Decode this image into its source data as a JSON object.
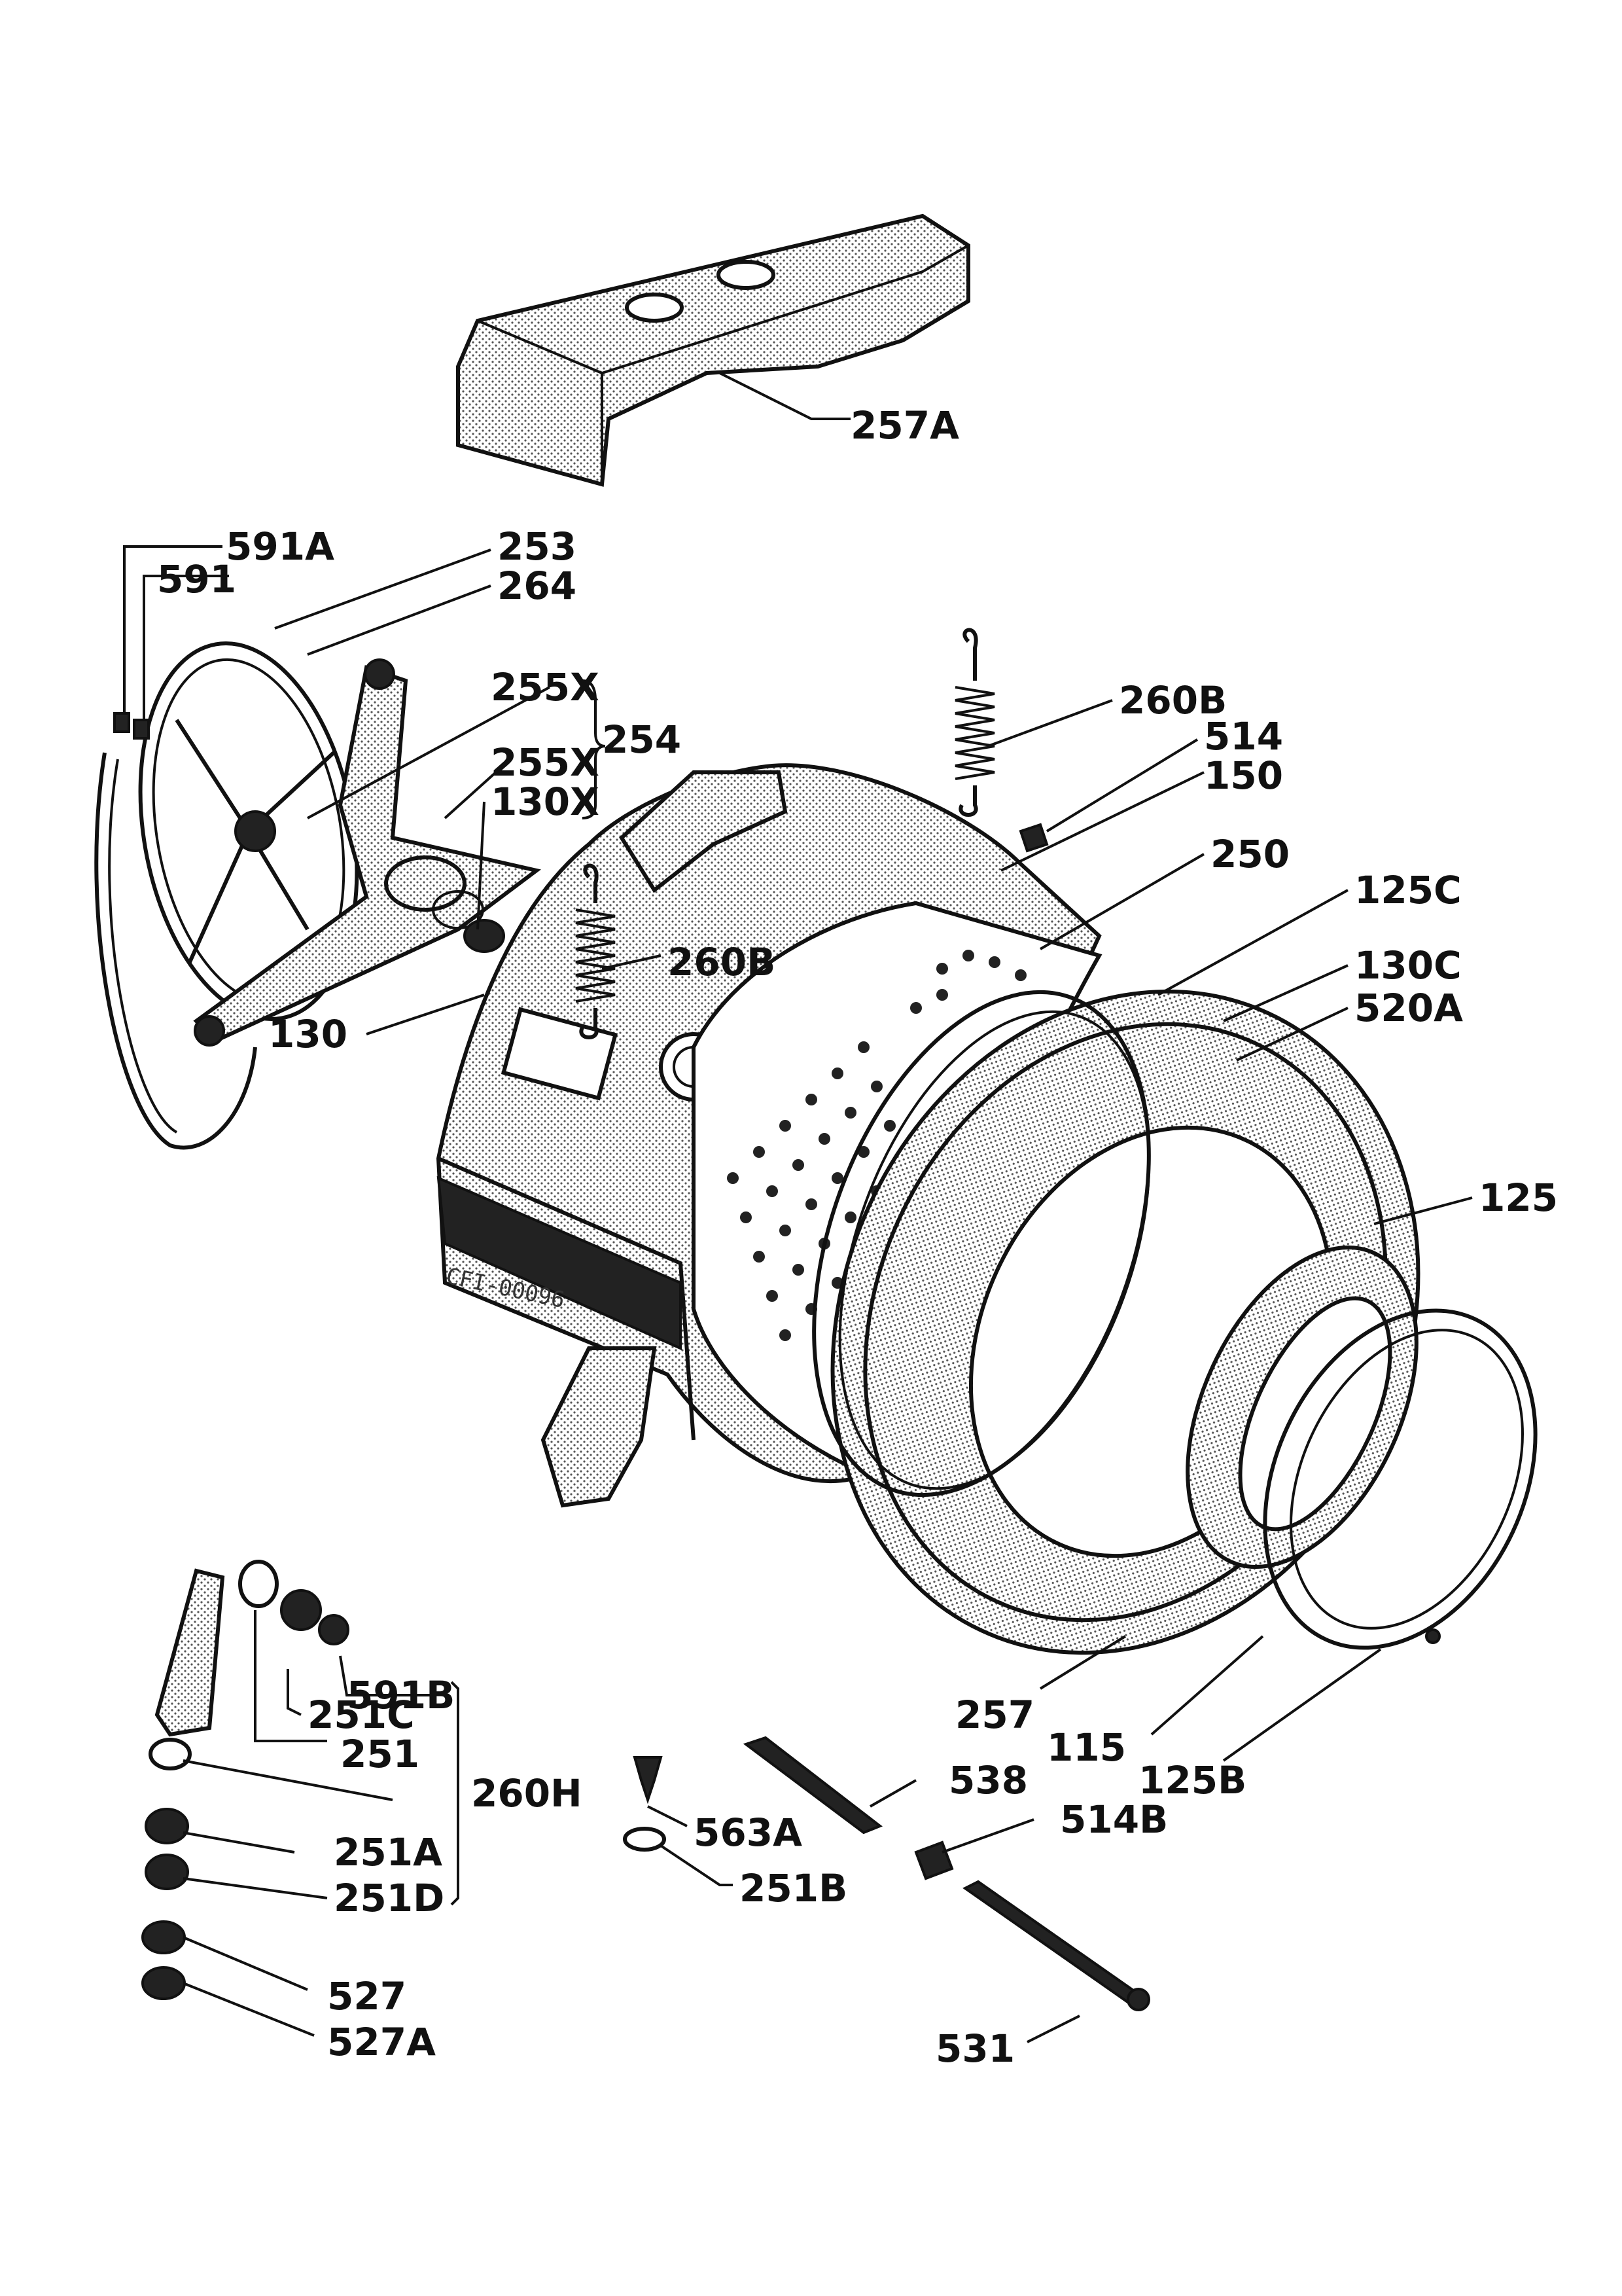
{
  "labels": {
    "l257A": "257A",
    "l591A": "591A",
    "l253": "253",
    "l591": "591",
    "l264": "264",
    "l255X_1": "255X",
    "l255X_2": "255X",
    "l254": "254",
    "l130X": "130X",
    "l130": "130",
    "l260B_top": "260B",
    "l514": "514",
    "l150": "150",
    "l250": "250",
    "l260B_mid": "260B",
    "l125C": "125C",
    "l130C": "130C",
    "l520A": "520A",
    "l125": "125",
    "l257": "257",
    "l115": "115",
    "l125B": "125B",
    "l591B": "591B",
    "l251C": "251C",
    "l251": "251",
    "l260H": "260H",
    "l251A": "251A",
    "l251D": "251D",
    "l527": "527",
    "l527A": "527A",
    "l538": "538",
    "l563A": "563A",
    "l514B": "514B",
    "l251B": "251B",
    "l531": "531"
  },
  "stamp": "CFI-00096"
}
